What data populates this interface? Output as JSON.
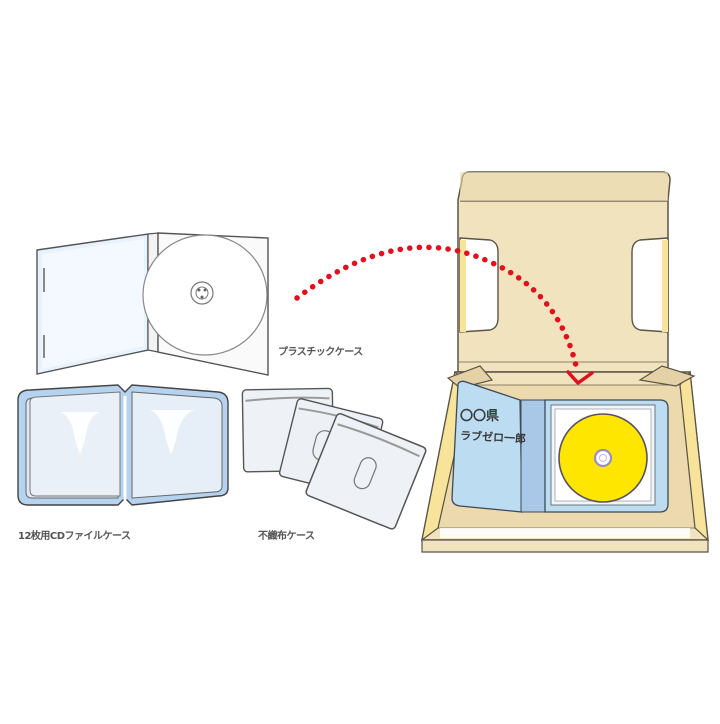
{
  "labels": {
    "plastic_case": "プラスチックケース",
    "file_case": "12枚用CDファイルケース",
    "nonwoven_case": "不織布ケース"
  },
  "address": {
    "line1": "〇〇県",
    "line2": "ラブゼロ一郎"
  },
  "colors": {
    "box_fill": "#f2e3bf",
    "box_flap": "#ead8ad",
    "box_edge": "#5a5446",
    "box_inner_yellow": "#f7e49a",
    "folder_blue": "#bcdcf2",
    "folder_spine": "#a9c8e8",
    "disc_yellow": "#ffe600",
    "arrow_red": "#e0101e",
    "case_outline": "#555555",
    "case_blue": "#d9ebfb"
  }
}
